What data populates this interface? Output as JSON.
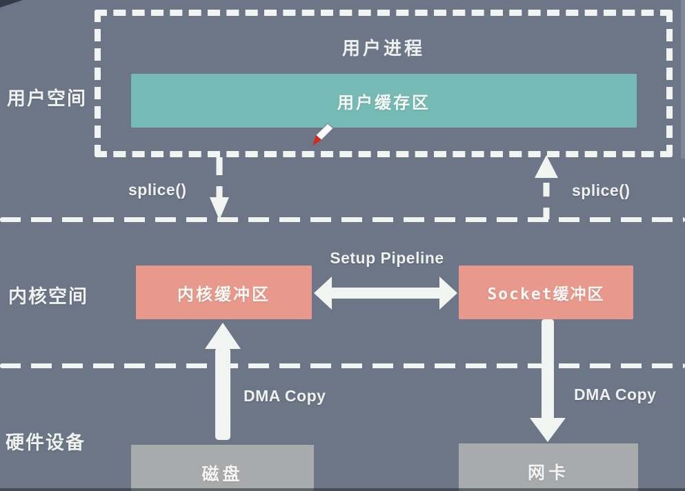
{
  "layers": {
    "user_space_label": "用户空间",
    "kernel_space_label": "内核空间",
    "hardware_label": "硬件设备"
  },
  "user_space": {
    "process": "用户进程",
    "buffer": "用户缓存区"
  },
  "kernel_space": {
    "kernel_buffer": "内核缓冲区",
    "socket_buffer": "Socket缓冲区",
    "pipeline": "Setup Pipeline"
  },
  "hardware": {
    "disk": "磁盘",
    "nic": "网卡"
  },
  "arrows": {
    "splice_left": "splice()",
    "splice_right": "splice()",
    "dma_left": "DMA Copy",
    "dma_right": "DMA Copy"
  },
  "colors": {
    "background": "#6d7686",
    "user_buffer": "#75bab4",
    "kernel_buffer": "#e8998b",
    "hardware_box": "#a8aaac",
    "line_white": "#f2f4f2",
    "text_white": "#eef1ef"
  }
}
